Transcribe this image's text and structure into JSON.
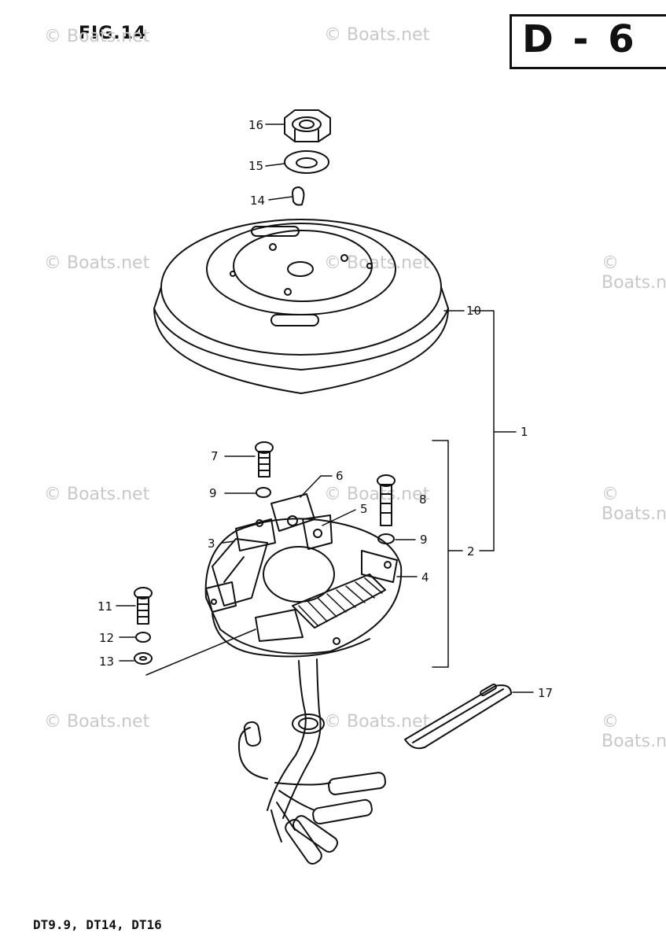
{
  "header": {
    "figure": "FIG.14",
    "section_code": "D - 6"
  },
  "footer": {
    "models": "DT9.9, DT14, DT16"
  },
  "watermark": "© Boats.net",
  "callouts": [
    "16",
    "15",
    "14",
    "10",
    "1",
    "2",
    "7",
    "9",
    "6",
    "8",
    "5",
    "3",
    "9",
    "4",
    "11",
    "12",
    "13",
    "17"
  ],
  "colors": {
    "ink": "#111111",
    "watermark": "#c8c8c8",
    "paper": "#ffffff"
  }
}
